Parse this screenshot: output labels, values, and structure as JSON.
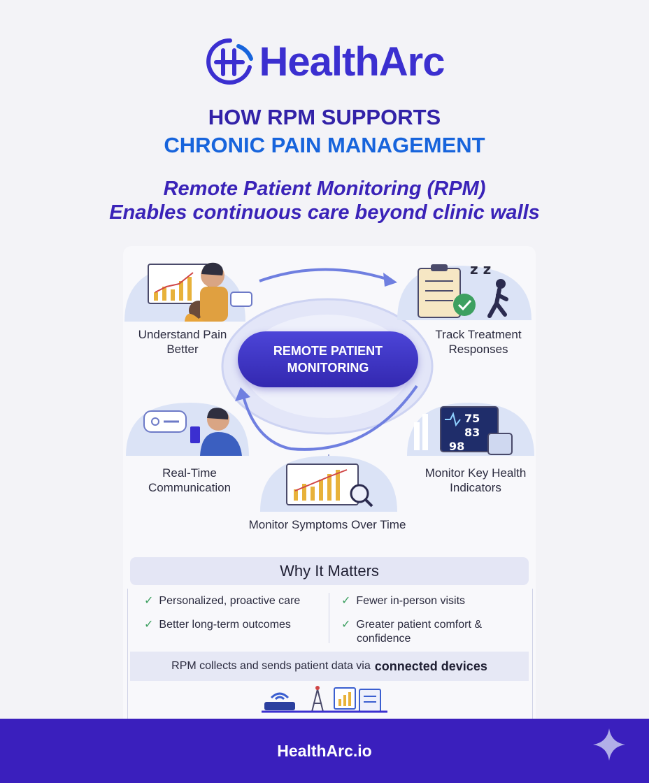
{
  "brand": {
    "name": "HealthArc",
    "logo_icon": "healtharc-h-logo"
  },
  "title": {
    "line1": "HOW RPM SUPPORTS",
    "line2": "CHRONIC PAIN MANAGEMENT"
  },
  "subtitle": {
    "line1": "Remote Patient Monitoring (RPM)",
    "line2": "Enables continuous care beyond clinic walls"
  },
  "center": {
    "line1": "REMOTE PATIENT",
    "line2": "MONITORING"
  },
  "nodes": {
    "understand": {
      "line1": "Understand Pain",
      "line2": "Better",
      "icon": "person-at-chart-icon"
    },
    "track": {
      "line1": "Track Treatment",
      "line2": "Responses",
      "icon": "checklist-sleep-walk-icon"
    },
    "communication": {
      "line1": "Real-Time",
      "line2": "Communication",
      "icon": "person-with-phone-icon"
    },
    "indicators": {
      "line1": "Monitor Key Health",
      "line2": "Indicators",
      "icon": "vitals-monitor-icon",
      "readings": [
        "75",
        "83",
        "98"
      ]
    },
    "symptoms": {
      "line1": "Monitor Symptoms Over Time",
      "icon": "chart-magnifier-icon"
    }
  },
  "why": {
    "heading": "Why It Matters",
    "left": [
      "Personalized, proactive care",
      "Better long-term outcomes"
    ],
    "right": [
      "Fewer in-person visits",
      "Greater patient comfort &",
      "confidence"
    ],
    "band_text": "RPM collects and sends patient data via",
    "band_bold": "connected devices"
  },
  "footer": {
    "url": "HealthArc.io"
  },
  "colors": {
    "brand_blue": "#3b2fd0",
    "title_dark": "#3222a8",
    "title_blue": "#1764dc",
    "footer_bg": "#3a1fbd",
    "check_green": "#3da060"
  }
}
